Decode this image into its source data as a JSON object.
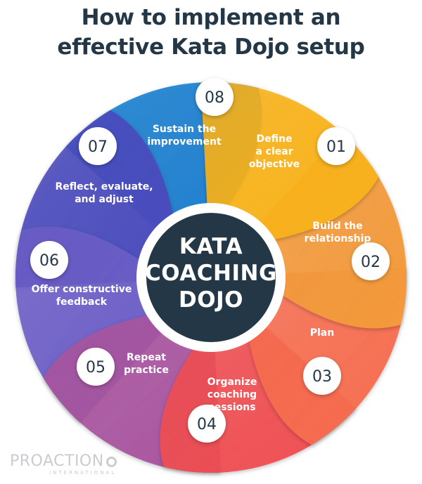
{
  "title": {
    "line1": "How to implement an",
    "line2": "effective Kata Dojo setup"
  },
  "center": {
    "lines": [
      "KATA",
      "COACHING",
      "DOJO"
    ],
    "fill": "#233746"
  },
  "steps": [
    {
      "number": "01",
      "lines": [
        "Define",
        "a clear",
        "objective"
      ],
      "color": "#f9b21a"
    },
    {
      "number": "02",
      "lines": [
        "Build the",
        "relationship"
      ],
      "color": "#f39a3c"
    },
    {
      "number": "03",
      "lines": [
        "Plan"
      ],
      "color": "#f76d4f"
    },
    {
      "number": "04",
      "lines": [
        "Organize",
        "coaching",
        "sessions"
      ],
      "color": "#f04e52"
    },
    {
      "number": "05",
      "lines": [
        "Repeat",
        "practice"
      ],
      "color": "#a9559f"
    },
    {
      "number": "06",
      "lines": [
        "Offer constructive",
        "feedback"
      ],
      "color": "#6b5dc7"
    },
    {
      "number": "07",
      "lines": [
        "Reflect, evaluate,",
        "and adjust"
      ],
      "color": "#4a4bbd"
    },
    {
      "number": "08",
      "lines": [
        "Sustain the",
        "improvement"
      ],
      "color": "#1b7fcf"
    }
  ],
  "logo": {
    "brand": "PROACTION",
    "tagline": "INTERNATIONAL"
  }
}
